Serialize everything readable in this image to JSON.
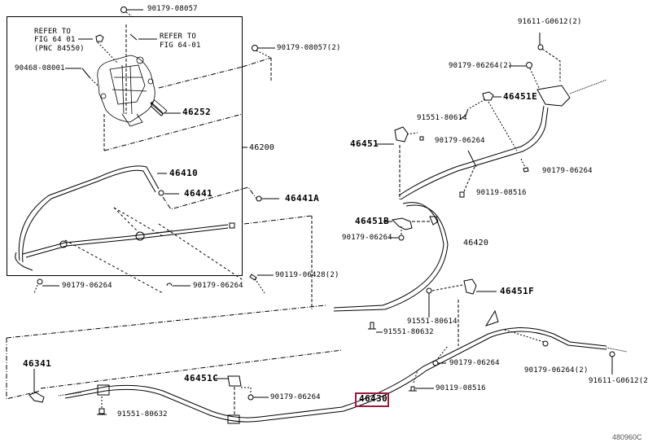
{
  "diagram": {
    "title": "Parking brake & cable",
    "highlight_color": "#9b1b3f",
    "figure_id": "480960C",
    "labels": {
      "bolt_top": "90179-08057",
      "refer1_l1": "REFER TO",
      "refer1_l2": "FIG 64 01",
      "refer1_l3": "(PNC 84550)",
      "refer2_l1": "REFER TO",
      "refer2_l2": "FIG 64-01",
      "nut_2": "90179-08057(2)",
      "pin": "90468-08001",
      "p46252": "46252",
      "p46200": "46200",
      "p46410": "46410",
      "p46441": "46441",
      "p46441a": "46441A",
      "bolt_06428": "90119-06428(2)",
      "nut_box_bl": "90179-06264",
      "nut_box_bm": "90179-06264",
      "p91611_top": "91611-G0612(2)",
      "nut_06264_2_top": "90179-06264(2)",
      "p46451e": "46451E",
      "p91551_80614_top": "91551-80614",
      "p46451": "46451",
      "nut_06264_mid": "90179-06264",
      "nut_06264_right": "90179-06264",
      "bolt_08516_top": "90119-08516",
      "p46451b": "46451B",
      "nut_46451b": "90179-06264",
      "p46420": "46420",
      "p46451f": "46451F",
      "p91551_80614_bot": "91551-80614",
      "p91551_80632_mid": "91551-80632",
      "nut_06264_f": "90179-06264",
      "nut_06264_2_bot": "90179-06264(2)",
      "p91611_bot": "91611-G0612(2)",
      "bolt_08516_bot": "90119-08516",
      "p46341": "46341",
      "p46451c": "46451C",
      "nut_46451c": "90179-06264",
      "p91551_80632_bot": "91551-80632",
      "p46430": "46430"
    }
  }
}
